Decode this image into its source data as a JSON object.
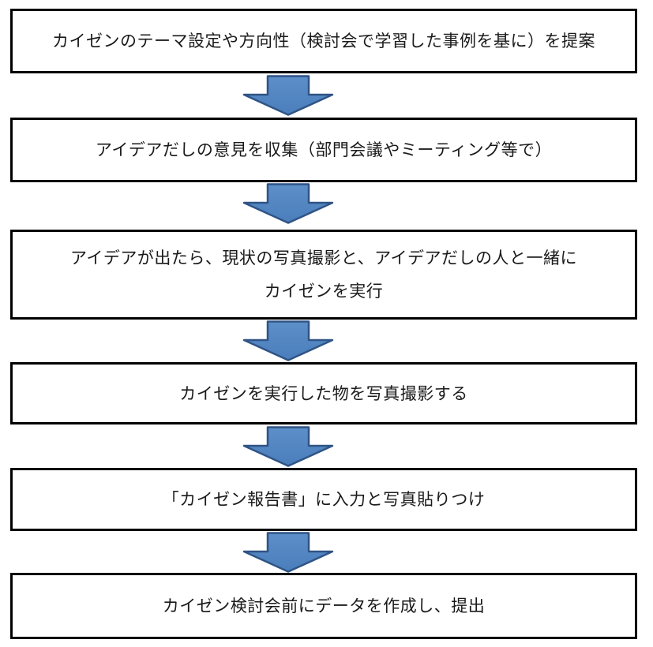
{
  "flowchart": {
    "title": "kaizen-process-flow",
    "steps": [
      {
        "text": "カイゼンのテーマ設定や方向性（検討会で学習した事例を基に）を提案"
      },
      {
        "text": "アイデアだしの意見を収集（部門会議やミーティング等で）"
      },
      {
        "text": "アイデアが出たら、現状の写真撮影と、アイデアだしの人と一緒に\nカイゼンを実行"
      },
      {
        "text": "カイゼンを実行した物を写真撮影する"
      },
      {
        "text": "「カイゼン報告書」に入力と写真貼りつけ"
      },
      {
        "text": "カイゼン検討会前にデータを作成し、提出"
      }
    ],
    "colors": {
      "box_border": "#000000",
      "box_fill": "#ffffff",
      "arrow_fill": "#4a7ebb",
      "arrow_fill_light": "#5d8fc9",
      "arrow_stroke": "#2f5485",
      "text": "#1a1a1a"
    },
    "arrow_icon": "down-arrow"
  }
}
